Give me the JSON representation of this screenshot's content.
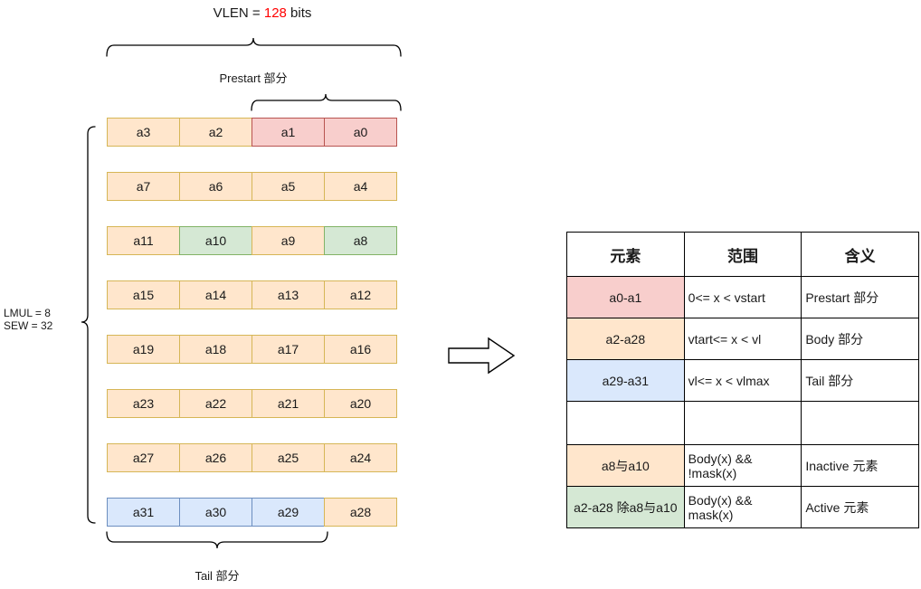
{
  "title": {
    "prefix": "VLEN = ",
    "value": "128",
    "suffix": " bits"
  },
  "labels": {
    "prestart": "Prestart 部分",
    "tail": "Tail 部分",
    "lmul": "LMUL = 8",
    "sew": "SEW = 32"
  },
  "register": {
    "rows": [
      {
        "cells": [
          {
            "text": "a3",
            "color": "orange"
          },
          {
            "text": "a2",
            "color": "orange"
          },
          {
            "text": "a1",
            "color": "pink"
          },
          {
            "text": "a0",
            "color": "pink"
          }
        ]
      },
      {
        "cells": [
          {
            "text": "a7",
            "color": "orange"
          },
          {
            "text": "a6",
            "color": "orange"
          },
          {
            "text": "a5",
            "color": "orange"
          },
          {
            "text": "a4",
            "color": "orange"
          }
        ]
      },
      {
        "cells": [
          {
            "text": "a11",
            "color": "orange"
          },
          {
            "text": "a10",
            "color": "green"
          },
          {
            "text": "a9",
            "color": "orange"
          },
          {
            "text": "a8",
            "color": "green"
          }
        ]
      },
      {
        "cells": [
          {
            "text": "a15",
            "color": "orange"
          },
          {
            "text": "a14",
            "color": "orange"
          },
          {
            "text": "a13",
            "color": "orange"
          },
          {
            "text": "a12",
            "color": "orange"
          }
        ]
      },
      {
        "cells": [
          {
            "text": "a19",
            "color": "orange"
          },
          {
            "text": "a18",
            "color": "orange"
          },
          {
            "text": "a17",
            "color": "orange"
          },
          {
            "text": "a16",
            "color": "orange"
          }
        ]
      },
      {
        "cells": [
          {
            "text": "a23",
            "color": "orange"
          },
          {
            "text": "a22",
            "color": "orange"
          },
          {
            "text": "a21",
            "color": "orange"
          },
          {
            "text": "a20",
            "color": "orange"
          }
        ]
      },
      {
        "cells": [
          {
            "text": "a27",
            "color": "orange"
          },
          {
            "text": "a26",
            "color": "orange"
          },
          {
            "text": "a25",
            "color": "orange"
          },
          {
            "text": "a24",
            "color": "orange"
          }
        ]
      },
      {
        "cells": [
          {
            "text": "a31",
            "color": "blue"
          },
          {
            "text": "a30",
            "color": "blue"
          },
          {
            "text": "a29",
            "color": "blue"
          },
          {
            "text": "a28",
            "color": "orange"
          }
        ]
      }
    ]
  },
  "table": {
    "headers": [
      "元素",
      "范围",
      "含义"
    ],
    "rows": [
      {
        "color": "pink",
        "element": "a0-a1",
        "range": "0<= x < vstart",
        "meaning": "Prestart 部分"
      },
      {
        "color": "orange",
        "element": "a2-a28",
        "range": "vtart<= x < vl",
        "meaning": "Body 部分"
      },
      {
        "color": "blue",
        "element": "a29-a31",
        "range": "vl<= x < vlmax",
        "meaning": "Tail 部分"
      },
      {
        "color": "blank",
        "element": "",
        "range": "",
        "meaning": ""
      },
      {
        "color": "orange",
        "element": "a8与a10",
        "range": "Body(x) && !mask(x)",
        "meaning": "Inactive 元素"
      },
      {
        "color": "green",
        "element": "a2-a28 除a8与a10",
        "range": "Body(x) && mask(x)",
        "meaning": "Active 元素"
      }
    ]
  },
  "colors": {
    "orange_fill": "#ffe6cc",
    "orange_stroke": "#d6b656",
    "pink_fill": "#f8cecc",
    "pink_stroke": "#b85450",
    "green_fill": "#d5e8d4",
    "green_stroke": "#82b366",
    "blue_fill": "#dae8fc",
    "blue_stroke": "#6c8ebf",
    "accent_red": "#ff0000",
    "line": "#000000"
  }
}
